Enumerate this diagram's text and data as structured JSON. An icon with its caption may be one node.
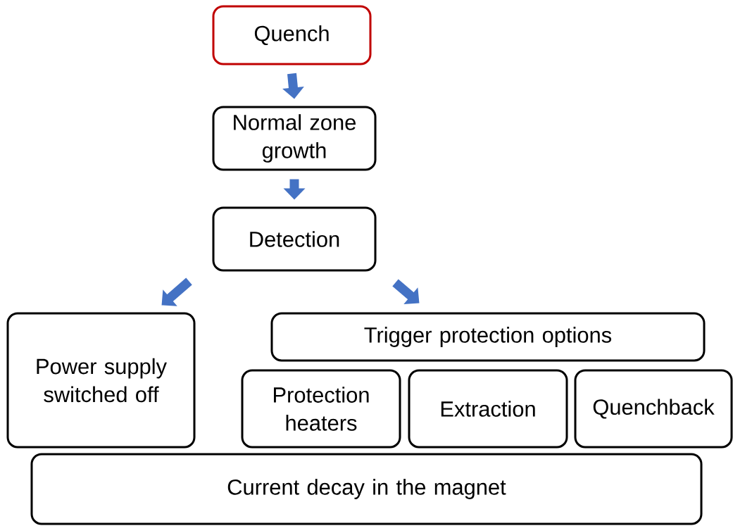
{
  "diagram": {
    "nodes": [
      {
        "text": [
          "Quench"
        ]
      },
      {
        "text": [
          "Normal zone growth"
        ]
      },
      {
        "text": [
          "Detection"
        ]
      },
      {
        "text": [
          "Power supply switched off"
        ]
      },
      {
        "text": [
          "Trigger protection options"
        ]
      },
      {
        "text": [
          "Protection heaters"
        ]
      },
      {
        "text": [
          "Extraction"
        ]
      },
      {
        "text": [
          "Quenchback"
        ]
      },
      {
        "text": [
          "Current decay in the magnet"
        ]
      }
    ],
    "edges": [
      {
        "from": 0,
        "to": 1,
        "arrow": "to"
      },
      {
        "from": 1,
        "to": 2,
        "arrow": "to"
      },
      {
        "from": 2,
        "to": 3,
        "arrow": "to"
      },
      {
        "from": 2,
        "to": 4,
        "arrow": "to"
      }
    ]
  }
}
